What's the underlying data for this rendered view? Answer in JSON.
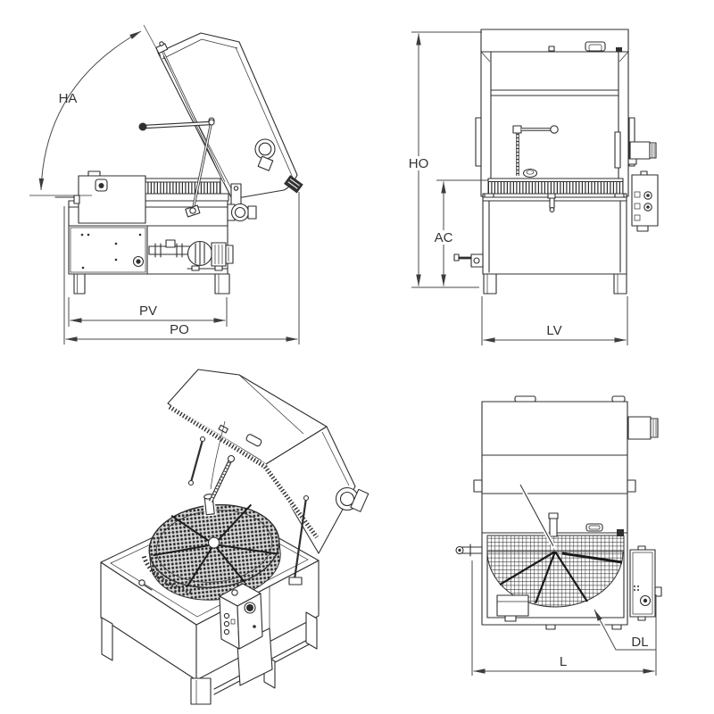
{
  "drawing": {
    "background": "#ffffff",
    "line_color": "#2f2f2f",
    "dimension_color": "#4a4a4a",
    "labels": {
      "ha": "HA",
      "pv": "PV",
      "po": "PO",
      "ho": "HO",
      "ac": "AC",
      "lv": "LV",
      "dl": "DL",
      "l": "L"
    },
    "views": [
      {
        "id": "side-view-lid-open",
        "position": "top-left",
        "dimension_labels": [
          "HA",
          "PV",
          "PO"
        ]
      },
      {
        "id": "front-view",
        "position": "top-right",
        "dimension_labels": [
          "HO",
          "AC",
          "LV"
        ]
      },
      {
        "id": "isometric-view-lid-open",
        "position": "bottom-left",
        "dimension_labels": []
      },
      {
        "id": "top-view",
        "position": "bottom-right",
        "dimension_labels": [
          "DL",
          "L"
        ]
      }
    ]
  }
}
